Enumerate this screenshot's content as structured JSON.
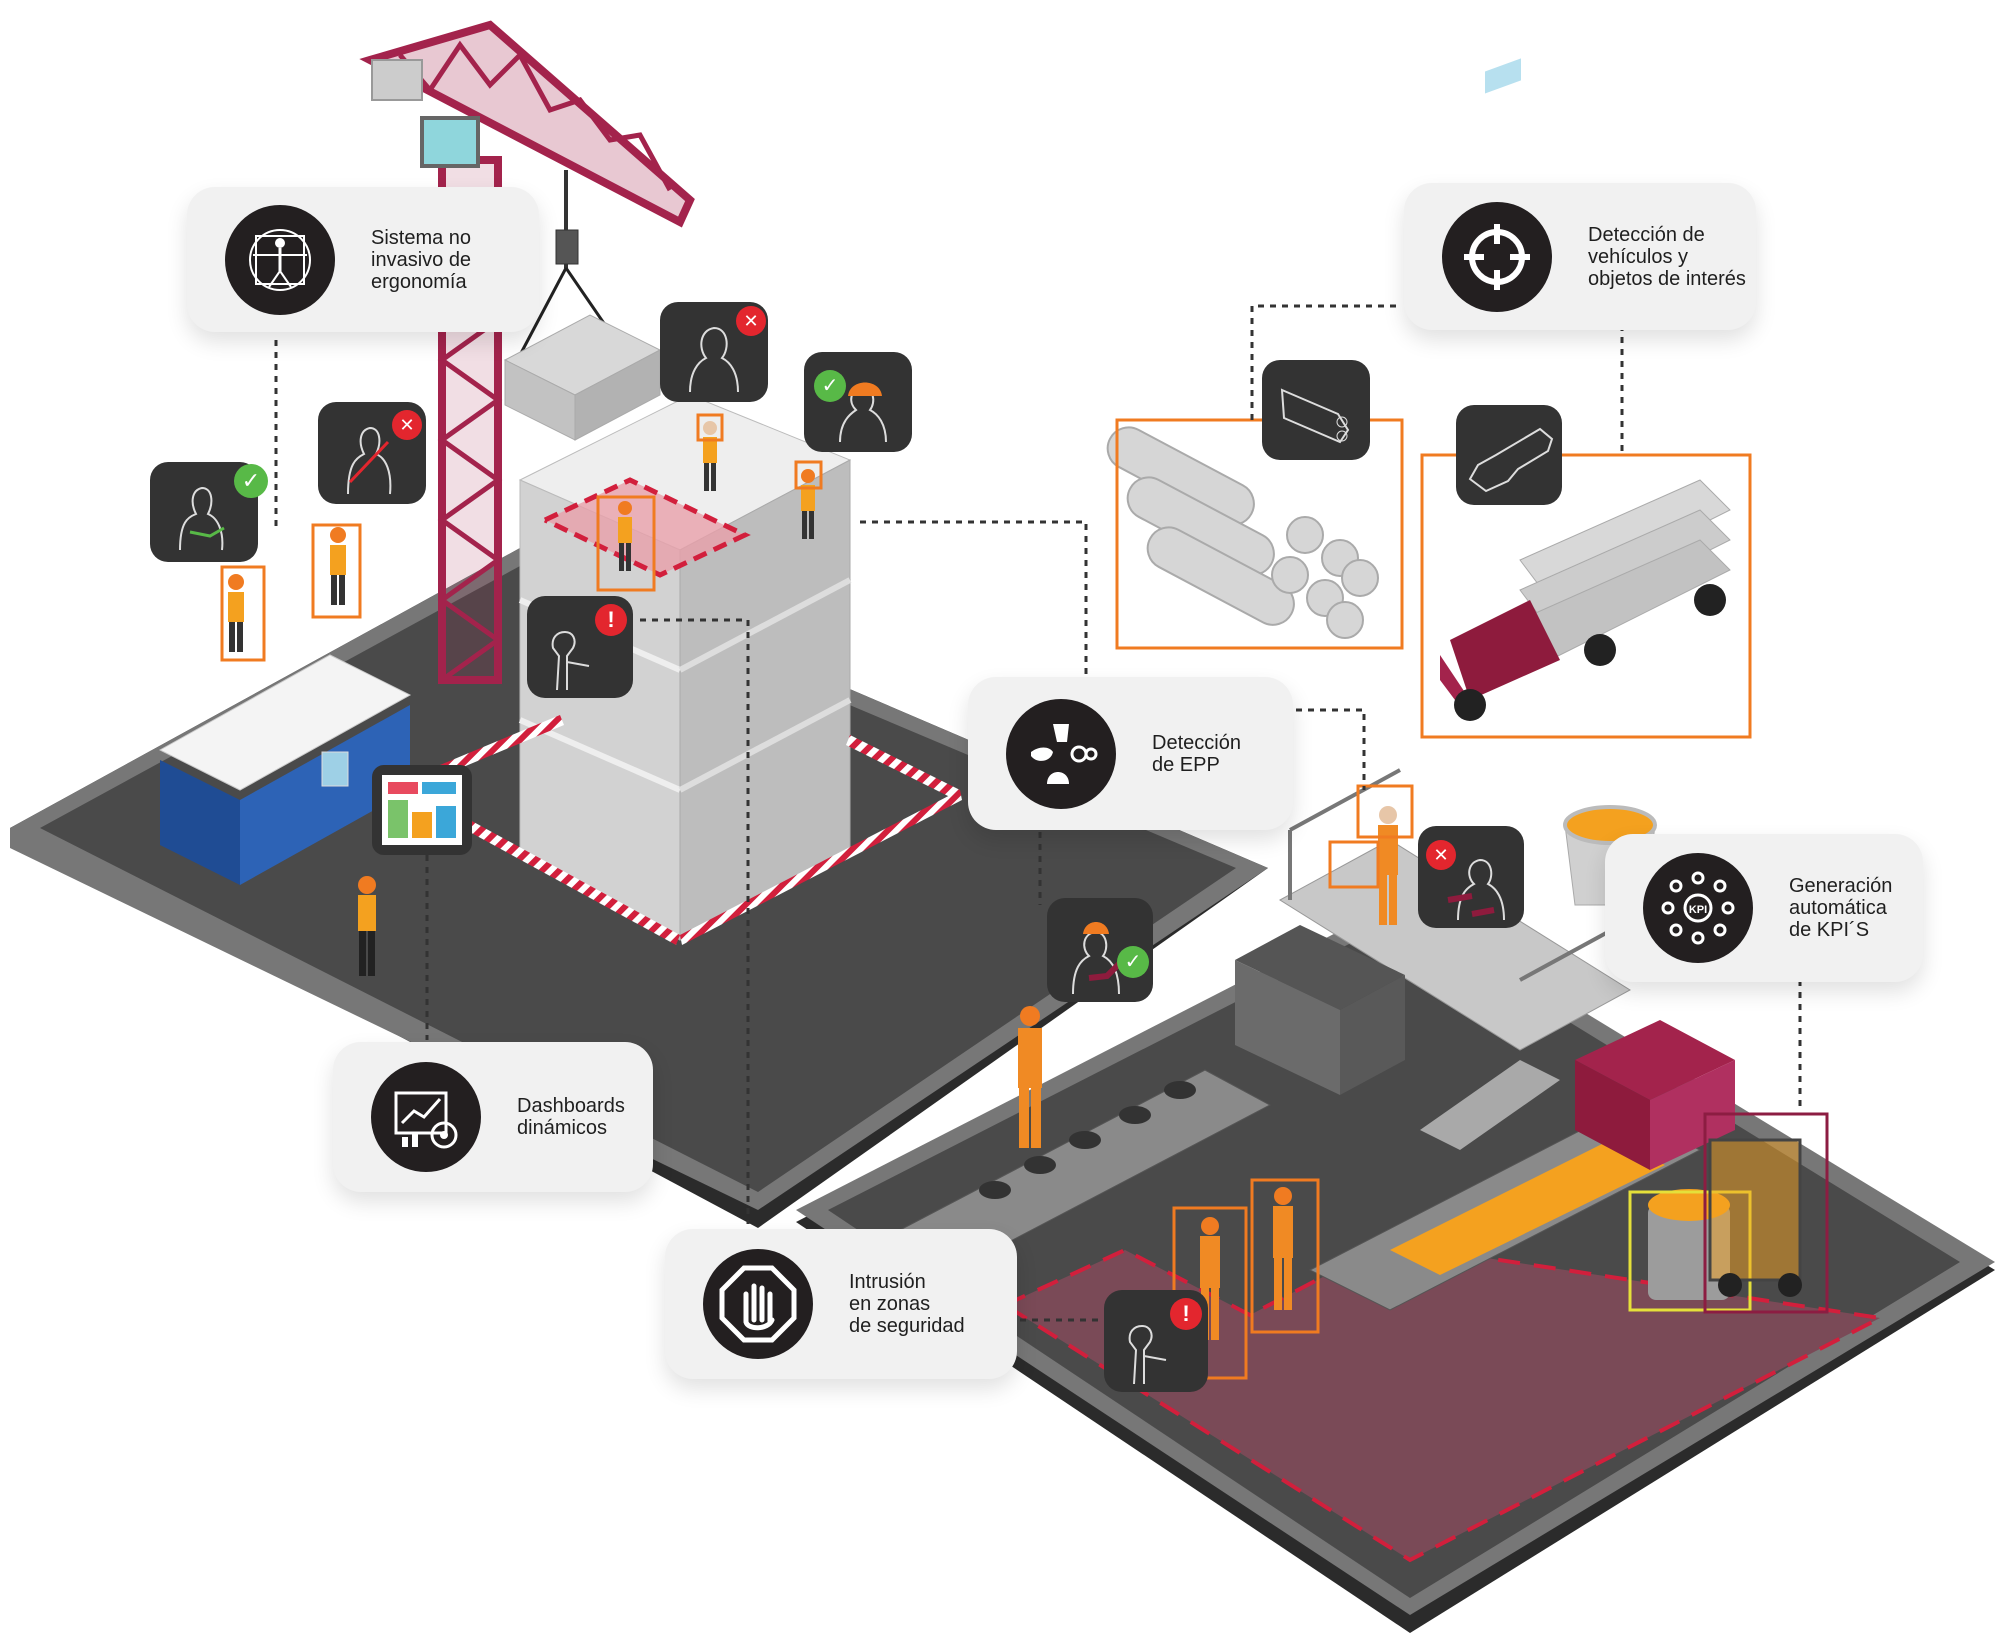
{
  "colors": {
    "crane": "#a3234c",
    "safety_orange": "#f07b21",
    "worker_orange": "#f08a24",
    "molten": "#f4a11f",
    "zone_fill": "#7a4a57",
    "zone_border": "#d21f3c",
    "ground": "#4a4a4a",
    "ground_edge": "#6f6f6f",
    "card_bg": "#f1f1f1",
    "icon_bg": "#231f20",
    "ok_green": "#58b947",
    "error_red": "#e3262e",
    "truck_cab": "#8e1b3d",
    "detect_yellow": "#e5e03a",
    "detect_maroon": "#8c1d42"
  },
  "callouts": [
    {
      "id": "ergonomia",
      "label": "Sistema no\ninvasivo de\nergonomía",
      "icon": "vitruvian-man-icon"
    },
    {
      "id": "vehiculos",
      "label": "Detección de\nvehículos y\nobjetos de interés",
      "icon": "crosshair-icon"
    },
    {
      "id": "epp",
      "label": "Detección\nde EPP",
      "icon": "ppe-gloves-mask-helmet-icon"
    },
    {
      "id": "kpi",
      "label": "Generación\nautomática\nde KPI´S",
      "icon": "kpi-network-icon"
    },
    {
      "id": "dashboards",
      "label": "Dashboards\ndinámicos",
      "icon": "dashboard-analytics-icon"
    },
    {
      "id": "intrusion",
      "label": "Intrusión\nen zonas\nde seguridad",
      "icon": "stop-hand-icon"
    }
  ],
  "badges": [
    {
      "name": "ergonomics-ok-badge",
      "status": "ok",
      "icon": "posture-check-icon"
    },
    {
      "name": "ergonomics-bad-badge",
      "status": "error",
      "icon": "posture-error-icon"
    },
    {
      "name": "no-helmet-badge",
      "status": "error",
      "icon": "head-outline-icon"
    },
    {
      "name": "helmet-ok-badge",
      "status": "ok",
      "icon": "helmet-icon"
    },
    {
      "name": "intrusion-alert-badge-top",
      "status": "alert",
      "icon": "person-alert-icon"
    },
    {
      "name": "pipes-object-badge",
      "status": "detected",
      "icon": "pipe-stack-outline-icon"
    },
    {
      "name": "truck-object-badge",
      "status": "detected",
      "icon": "truck-outline-icon"
    },
    {
      "name": "ppe-ok-badge",
      "status": "ok",
      "icon": "worker-gear-icon"
    },
    {
      "name": "ppe-error-badge",
      "status": "error",
      "icon": "worker-gear-icon"
    },
    {
      "name": "intrusion-alert-badge-bottom",
      "status": "alert",
      "icon": "person-alert-icon"
    }
  ]
}
